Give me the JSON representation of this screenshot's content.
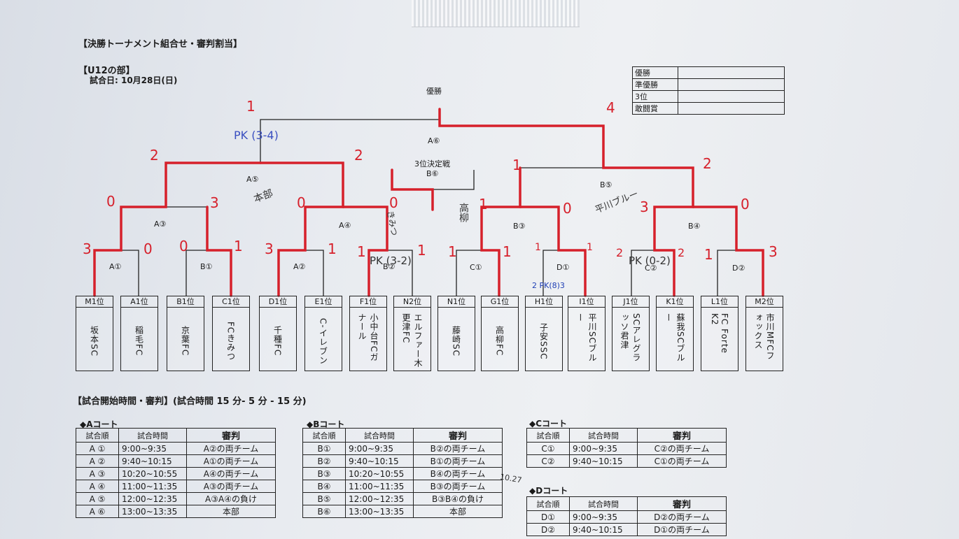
{
  "header": {
    "title": "【決勝トーナメント組合せ・審判割当】",
    "division": "【U12の部】",
    "date": "試合日:  10月28日(日)"
  },
  "awards": [
    {
      "label": "優勝",
      "value": ""
    },
    {
      "label": "準優勝",
      "value": ""
    },
    {
      "label": "3位",
      "value": ""
    },
    {
      "label": "敢闘賞",
      "value": ""
    }
  ],
  "bracket": {
    "champion_label": "優勝",
    "final_label": "A⑥",
    "third_place_title": "3位決定戦",
    "third_place_label": "B⑥",
    "labels": {
      "a5": "A⑤",
      "b5": "B⑤",
      "a3": "A③",
      "a4": "A④",
      "b3": "B③",
      "b4": "B④",
      "a1": "A①",
      "b1": "B①",
      "a2": "A②",
      "b2": "B②",
      "c1": "C①",
      "d1": "D①",
      "c2": "C②",
      "d2": "D②"
    },
    "teams": [
      {
        "seed": "M1位",
        "name": "坂本SC"
      },
      {
        "seed": "A1位",
        "name": "稲毛FC"
      },
      {
        "seed": "B1位",
        "name": "京葉FC"
      },
      {
        "seed": "C1位",
        "name": "FCきみつ"
      },
      {
        "seed": "D1位",
        "name": "千種FC"
      },
      {
        "seed": "E1位",
        "name": "C-イレブン"
      },
      {
        "seed": "F1位",
        "name": "小中台FCガナール"
      },
      {
        "seed": "N2位",
        "name": "エルファー木更津FC"
      },
      {
        "seed": "N1位",
        "name": "藤崎SC"
      },
      {
        "seed": "G1位",
        "name": "高柳FC"
      },
      {
        "seed": "H1位",
        "name": "子安SSC"
      },
      {
        "seed": "I1位",
        "name": "平川SCブルー"
      },
      {
        "seed": "J1位",
        "name": "SCアレグラッソ君津"
      },
      {
        "seed": "K1位",
        "name": "蘇我SCブルー"
      },
      {
        "seed": "L1位",
        "name": "FC Forte K2"
      },
      {
        "seed": "M2位",
        "name": "市川MFCフォックス"
      }
    ]
  },
  "handwritten": {
    "final_left": "1",
    "final_right": "4",
    "final_pk": "PK (3-4)",
    "a5_left": "2",
    "a5_right": "2",
    "b5_left": "1",
    "b5_right": "2",
    "a3_left": "0",
    "a3_right": "3",
    "a4_left": "0",
    "a4_right": "0",
    "b3_left": "1",
    "b3_right": "0",
    "b4_left": "3",
    "b4_right": "0",
    "a1_left": "3",
    "a1_right": "0",
    "b1_left": "0",
    "b1_right": "1",
    "a2_left": "3",
    "a2_right": "1",
    "b2_left": "1",
    "b2_right": "1",
    "b2_pk": "PK (3-2)",
    "c1_left": "1",
    "c1_right": "1",
    "d1_left": "1",
    "d1_right": "1",
    "c2_left": "2",
    "c2_right": "2",
    "c2_pk": "PK (0-2)",
    "d2_left": "1",
    "d2_right": "3",
    "d1_note": "2 PK(8)3",
    "pencil_a5": "本部",
    "pencil_b6": "きみつ",
    "pencil_mid": "高柳",
    "pencil_b5": "平川ブルー",
    "pencil_date": "10.27"
  },
  "schedule": {
    "title": "【試合開始時間・審判】(試合時間 15 分- 5 分 - 15 分)",
    "headers": [
      "試合順",
      "試合時間",
      "審判"
    ],
    "courts": [
      {
        "name": "◆Aコート",
        "rows": [
          [
            "A ①",
            "9:00~9:35",
            "A②の両チーム"
          ],
          [
            "A ②",
            "9:40~10:15",
            "A①の両チーム"
          ],
          [
            "A ③",
            "10:20~10:55",
            "A④の両チーム"
          ],
          [
            "A ④",
            "11:00~11:35",
            "A③の両チーム"
          ],
          [
            "A ⑤",
            "12:00~12:35",
            "A③A④の負け"
          ],
          [
            "A ⑥",
            "13:00~13:35",
            "本部"
          ]
        ]
      },
      {
        "name": "◆Bコート",
        "rows": [
          [
            "B①",
            "9:00~9:35",
            "B②の両チーム"
          ],
          [
            "B②",
            "9:40~10:15",
            "B①の両チーム"
          ],
          [
            "B③",
            "10:20~10:55",
            "B④の両チーム"
          ],
          [
            "B④",
            "11:00~11:35",
            "B③の両チーム"
          ],
          [
            "B⑤",
            "12:00~12:35",
            "B③B④の負け"
          ],
          [
            "B⑥",
            "13:00~13:35",
            "本部"
          ]
        ]
      },
      {
        "name": "◆Cコート",
        "rows": [
          [
            "C①",
            "9:00~9:35",
            "C②の両チーム"
          ],
          [
            "C②",
            "9:40~10:15",
            "C①の両チーム"
          ]
        ]
      },
      {
        "name": "◆Dコート",
        "rows": [
          [
            "D①",
            "9:00~9:35",
            "D②の両チーム"
          ],
          [
            "D②",
            "9:40~10:15",
            "D①の両チーム"
          ]
        ]
      }
    ]
  },
  "colors": {
    "pen_red": "#d6202b",
    "pen_blue": "#1f3fb5",
    "line": "#222222"
  }
}
